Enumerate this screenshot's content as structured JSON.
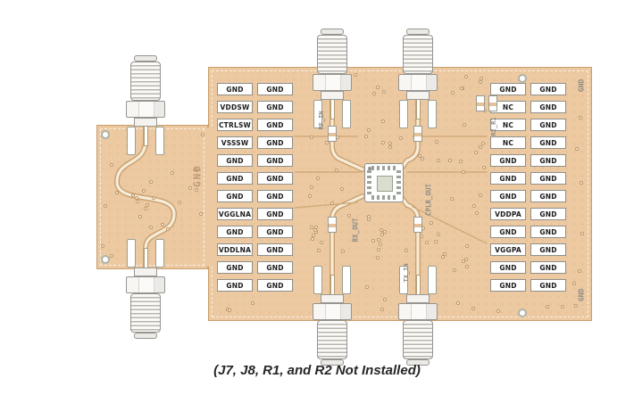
{
  "figure": {
    "caption": "(J7, J8, R1, and R2 Not Installed)"
  },
  "pads": {
    "left": {
      "col1": [
        "GND",
        "VDDSW",
        "CTRLSW",
        "VSSSW",
        "GND",
        "GND",
        "GND",
        "VGGLNA",
        "GND",
        "VDDLNA",
        "GND",
        "GND"
      ],
      "col2": [
        "GND",
        "GND",
        "GND",
        "GND",
        "GND",
        "GND",
        "GND",
        "GND",
        "GND",
        "GND",
        "GND",
        "GND"
      ]
    },
    "right": {
      "col1": [
        "GND",
        "NC",
        "NC",
        "NC",
        "GND",
        "GND",
        "GND",
        "VDDPA",
        "GND",
        "VGGPA",
        "GND",
        "GND"
      ],
      "col2": [
        "GND",
        "GND",
        "GND",
        "GND",
        "GND",
        "GND",
        "GND",
        "GND",
        "GND",
        "GND",
        "GND",
        "GND"
      ]
    }
  },
  "silkscreen": [
    "RF_IN",
    "R2_R1",
    "RX_OUT",
    "CPLR_OUT",
    "TX_IN",
    "GND",
    "GND",
    "GND"
  ],
  "colors": {
    "copper": "#ecc9a1",
    "copper_edge": "#c99e6b",
    "pad_fill": "#ffffff",
    "pad_border": "#8f8f8c",
    "silkscreen_text": "#8e8c85",
    "caption_text": "#262626"
  }
}
